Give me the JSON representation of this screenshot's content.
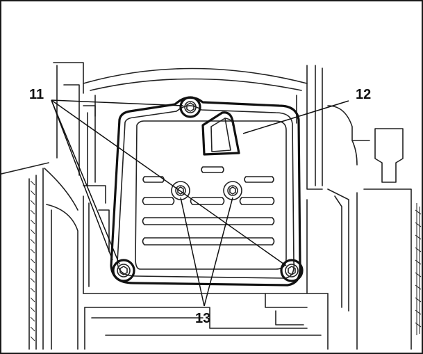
{
  "callouts": {
    "bolts": {
      "number": "11"
    },
    "cover": {
      "number": "12"
    },
    "screws": {
      "number": "13"
    }
  },
  "colors": {
    "line": "#222222",
    "background": "#ffffff"
  }
}
